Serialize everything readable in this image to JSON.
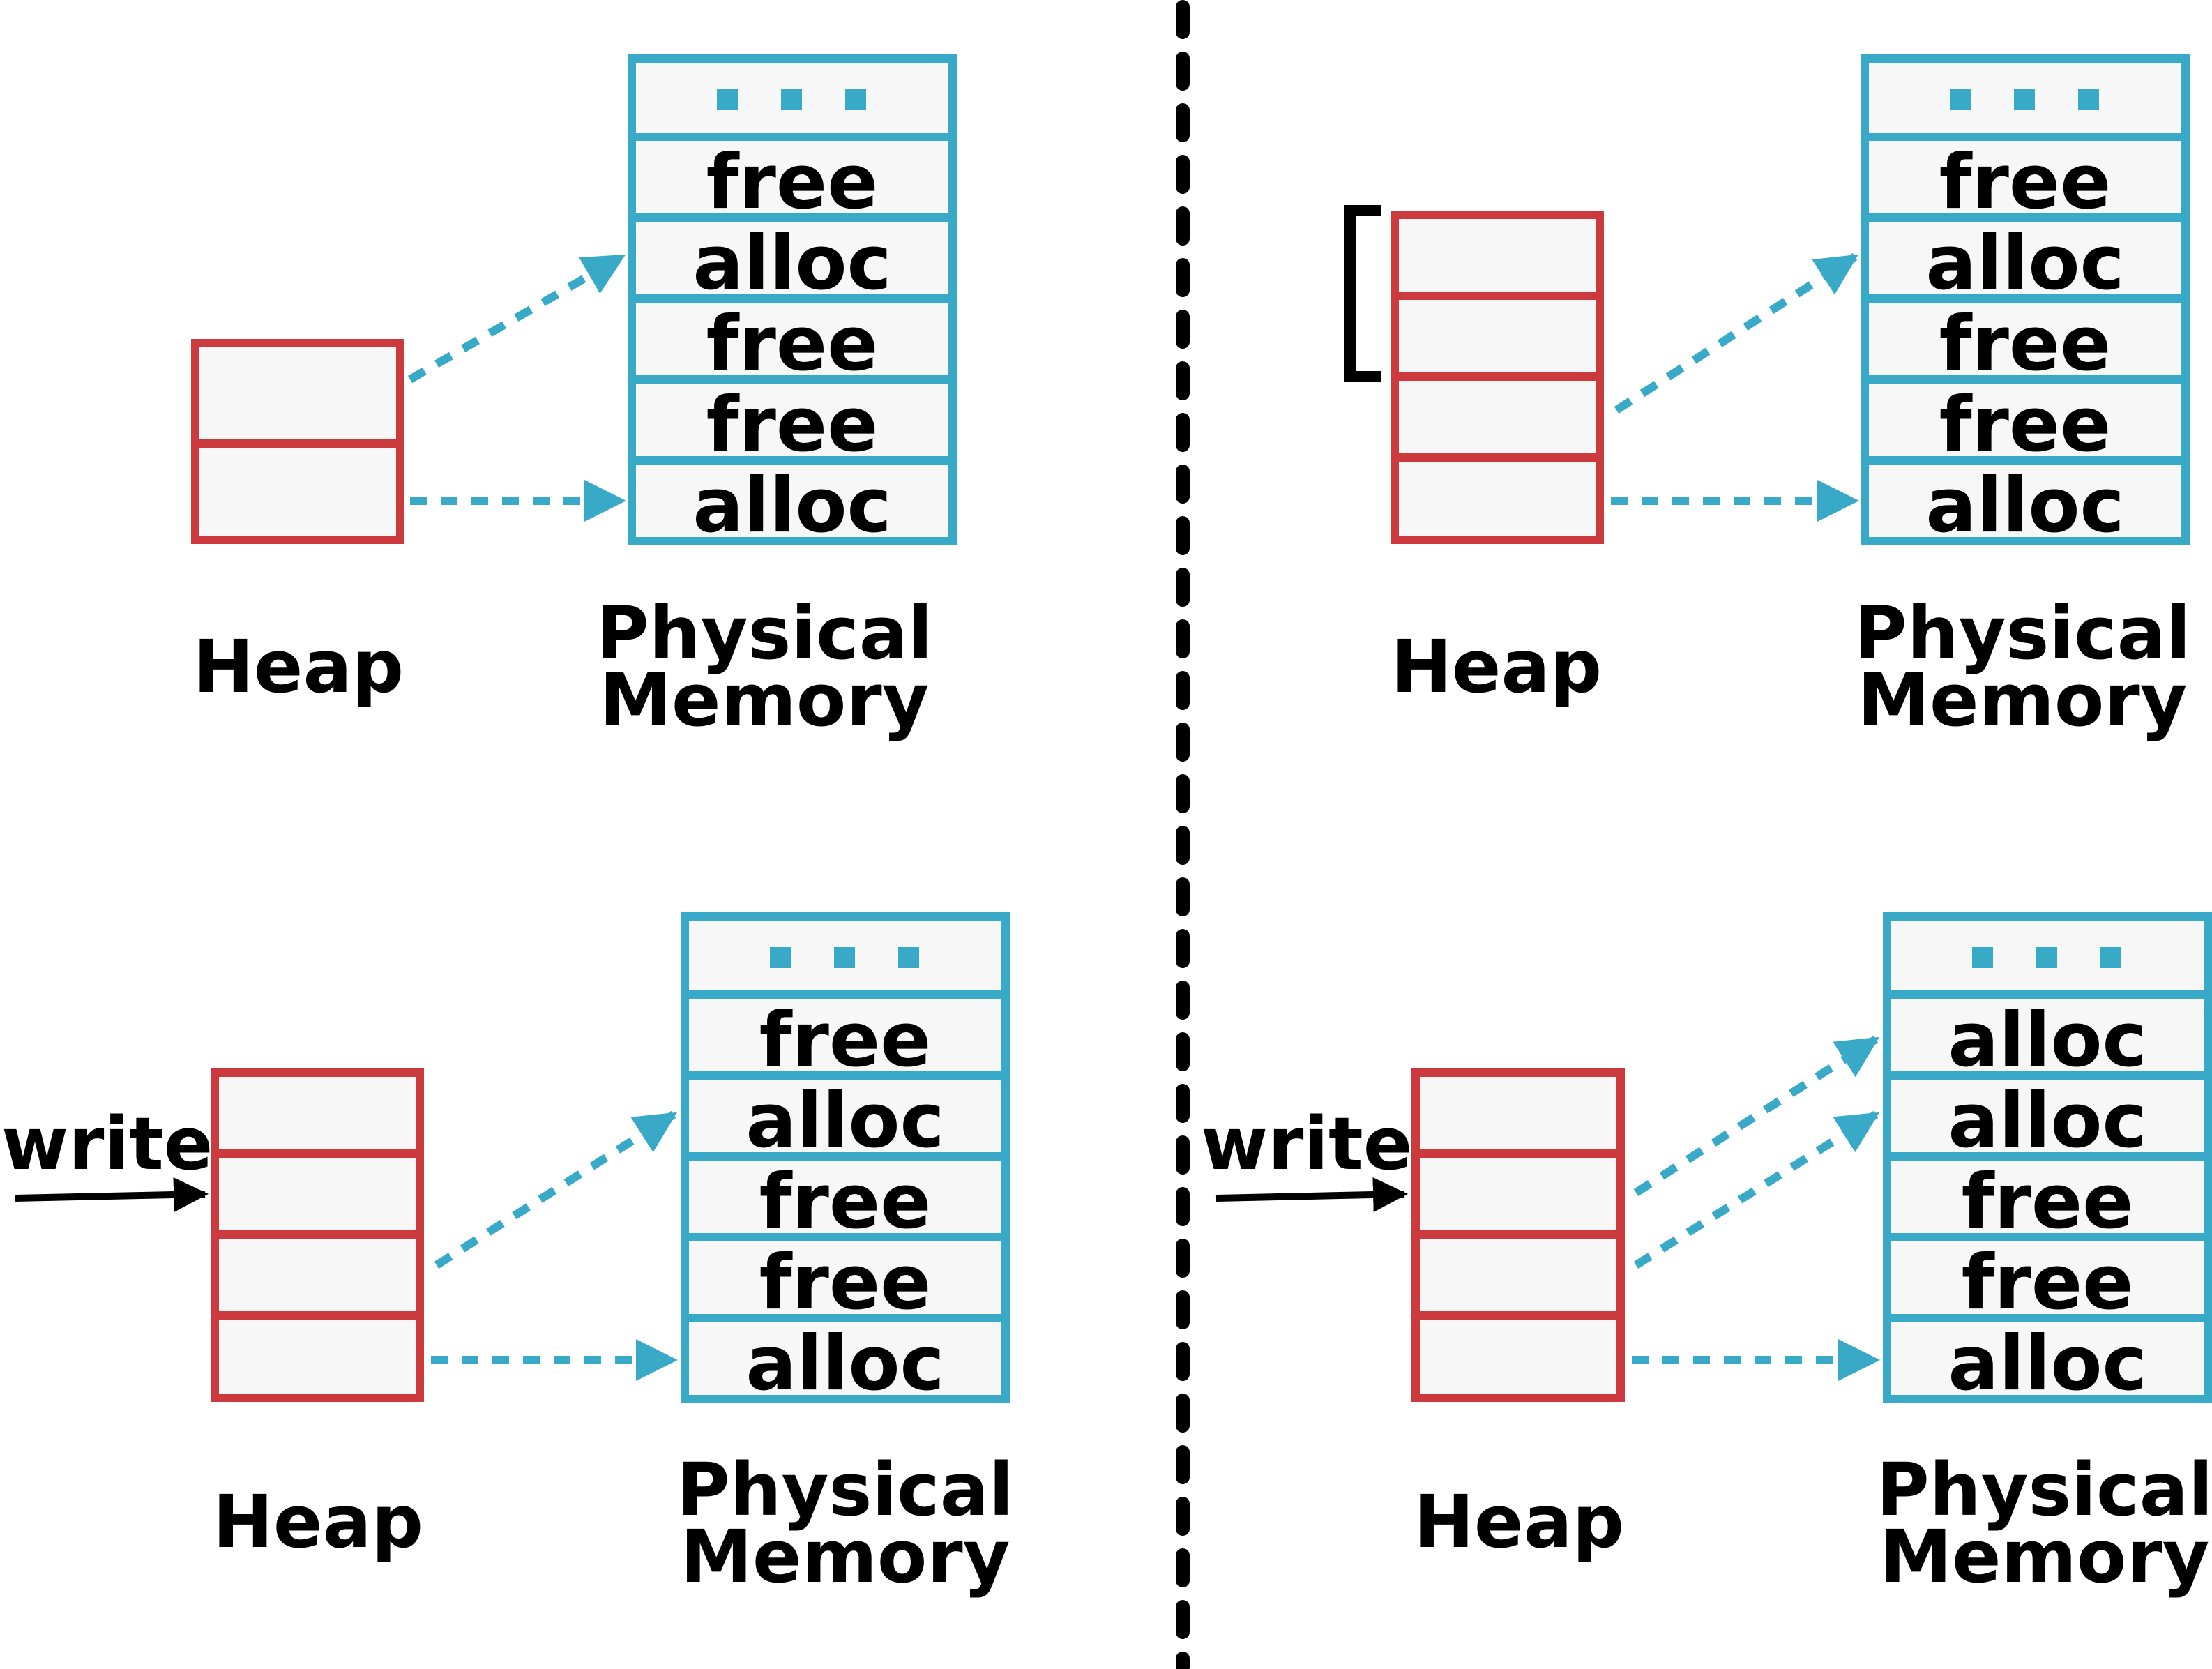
{
  "colors": {
    "heap_border": "#cc3a3d",
    "memory_border": "#38aac8",
    "cell_fill": "#f7f7f7",
    "arrow_dotted": "#38aac8",
    "text": "#000000"
  },
  "panels": [
    {
      "heap_label": "Heap",
      "memory_label_line1": "Physical",
      "memory_label_line2": "Memory",
      "memory_cells": [
        "free",
        "alloc",
        "free",
        "free",
        "alloc"
      ],
      "memory_ellipsis_icon": "three-square-dots-icon"
    },
    {
      "heap_label": "Heap",
      "memory_label_line1": "Physical",
      "memory_label_line2": "Memory",
      "memory_cells": [
        "free",
        "alloc",
        "free",
        "free",
        "alloc"
      ],
      "memory_ellipsis_icon": "three-square-dots-icon"
    },
    {
      "heap_label": "Heap",
      "memory_label_line1": "Physical",
      "memory_label_line2": "Memory",
      "write_label": "write",
      "memory_cells": [
        "free",
        "alloc",
        "free",
        "free",
        "alloc"
      ],
      "memory_ellipsis_icon": "three-square-dots-icon"
    },
    {
      "heap_label": "Heap",
      "memory_label_line1": "Physical",
      "memory_label_line2": "Memory",
      "write_label": "write",
      "memory_cells": [
        "alloc",
        "alloc",
        "free",
        "free",
        "alloc"
      ],
      "memory_ellipsis_icon": "three-square-dots-icon"
    }
  ]
}
